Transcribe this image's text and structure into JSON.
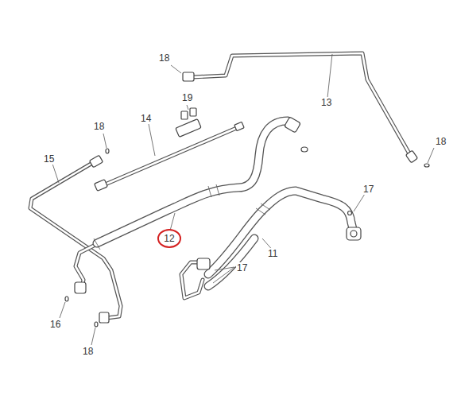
{
  "diagram": {
    "nodes": [
      {
        "text": [
          "12"
        ]
      }
    ],
    "labels": [
      "18",
      "19",
      "13",
      "18",
      "18",
      "14",
      "15",
      "17",
      "11",
      "17",
      "16",
      "18"
    ]
  }
}
